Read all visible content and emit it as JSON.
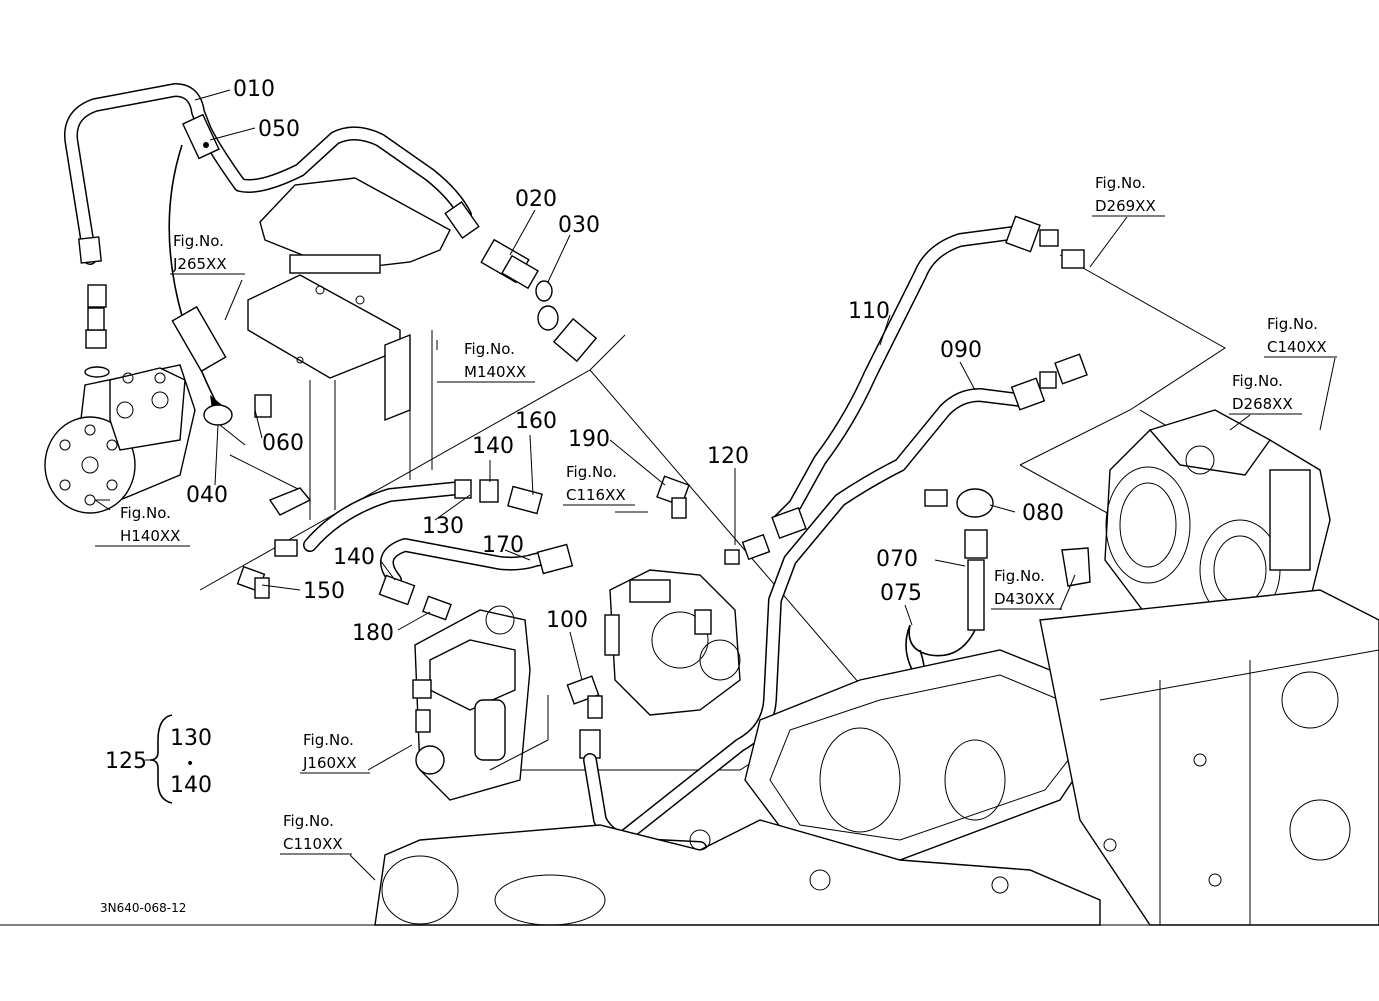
{
  "part_labels": {
    "p010": "010",
    "p050": "050",
    "p020": "020",
    "p030": "030",
    "p060": "060",
    "p040": "040",
    "p160": "160",
    "p140a": "140",
    "p190": "190",
    "p120": "120",
    "p130": "130",
    "p140b": "140",
    "p170": "170",
    "p150": "150",
    "p180": "180",
    "p100": "100",
    "p110": "110",
    "p090": "090",
    "p080": "080",
    "p070": "070",
    "p075": "075",
    "p125": "125",
    "p130b": "130",
    "p140c": "140",
    "dot": "•"
  },
  "figure_refs": {
    "j265": {
      "label": "Fig.No.",
      "code": "J265XX"
    },
    "m140": {
      "label": "Fig.No.",
      "code": "M140XX"
    },
    "h140": {
      "label": "Fig.No.",
      "code": "H140XX"
    },
    "c116": {
      "label": "Fig.No.",
      "code": "C116XX"
    },
    "j160": {
      "label": "Fig.No.",
      "code": "J160XX"
    },
    "c110": {
      "label": "Fig.No.",
      "code": "C110XX"
    },
    "d269": {
      "label": "Fig.No.",
      "code": "D269XX"
    },
    "c140": {
      "label": "Fig.No.",
      "code": "C140XX"
    },
    "d268": {
      "label": "Fig.No.",
      "code": "D268XX"
    },
    "d430": {
      "label": "Fig.No.",
      "code": "D430XX"
    }
  },
  "drawing_code": "3N640-068-12"
}
